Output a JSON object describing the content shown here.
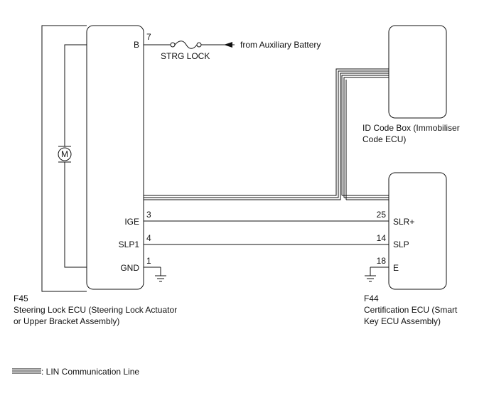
{
  "left_component": {
    "code": "F45",
    "name_line1": "Steering Lock ECU (Steering Lock Actuator",
    "name_line2": "or Upper Bracket Assembly)",
    "motor_symbol": "M",
    "pins": [
      {
        "label": "B",
        "number": "7"
      },
      {
        "label": "IGE",
        "number": "3"
      },
      {
        "label": "SLP1",
        "number": "4"
      },
      {
        "label": "GND",
        "number": "1"
      }
    ]
  },
  "fuse": {
    "label": "STRG LOCK",
    "source_text": "from Auxiliary Battery"
  },
  "id_box": {
    "line1": "ID Code Box (Immobiliser",
    "line2": "Code ECU)"
  },
  "right_component": {
    "code": "F44",
    "name_line1": "Certification ECU (Smart",
    "name_line2": "Key ECU Assembly)",
    "pins": [
      {
        "label": "SLR+",
        "number": "25"
      },
      {
        "label": "SLP",
        "number": "14"
      },
      {
        "label": "E",
        "number": "18"
      }
    ]
  },
  "legend": {
    "text": ": LIN Communication Line"
  }
}
